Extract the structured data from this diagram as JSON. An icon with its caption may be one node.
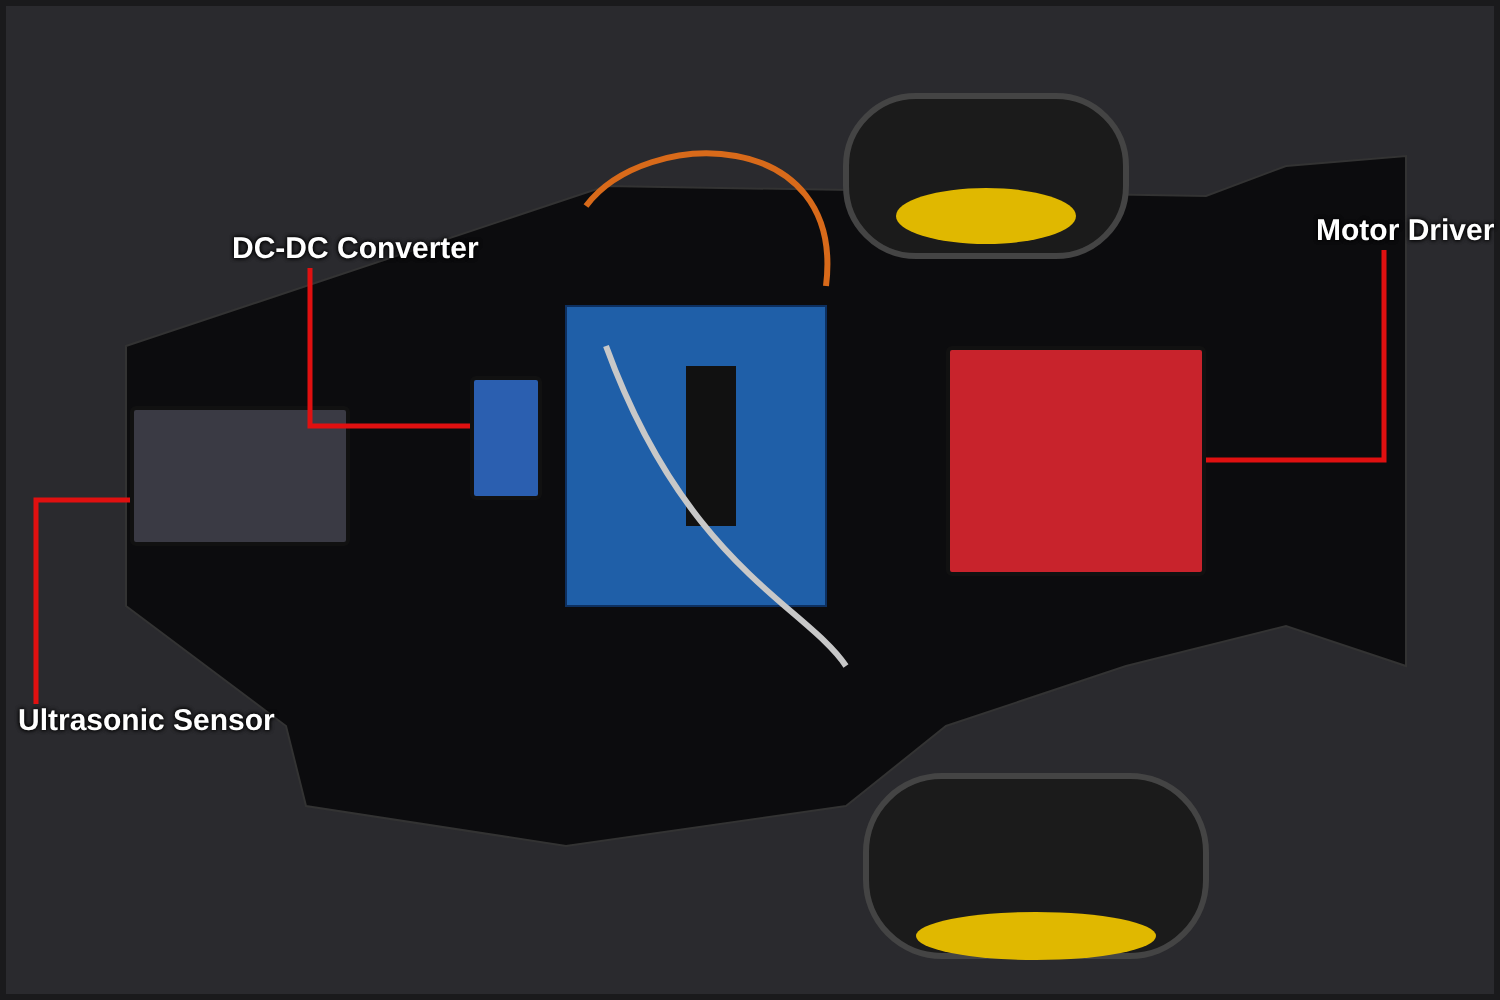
{
  "diagram": {
    "nodes": [
      {
        "text": [],
        "shape": "picture"
      },
      {
        "text": [
          "DC-DC Converter"
        ],
        "in": 0
      },
      {
        "text": [
          "Motor Driver"
        ],
        "in": 0
      },
      {
        "text": [
          "Ultrasonic Sensor"
        ],
        "in": 0
      },
      {
        "text": [],
        "shape": "box",
        "in": 0
      },
      {
        "text": [],
        "shape": "box",
        "in": 0
      },
      {
        "text": [],
        "shape": "box",
        "in": 0
      }
    ],
    "edges": [
      {
        "from": 1,
        "to": 5,
        "arrow": "none"
      },
      {
        "from": 2,
        "to": 6,
        "arrow": "none"
      },
      {
        "from": 3,
        "to": 4,
        "arrow": "none"
      }
    ]
  }
}
